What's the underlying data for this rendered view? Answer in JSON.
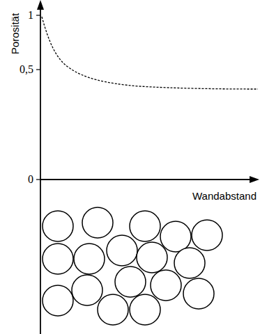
{
  "diagram": {
    "labels": [
      "Porosität",
      "1",
      "0,5",
      "0",
      "Wandabstand"
    ]
  }
}
